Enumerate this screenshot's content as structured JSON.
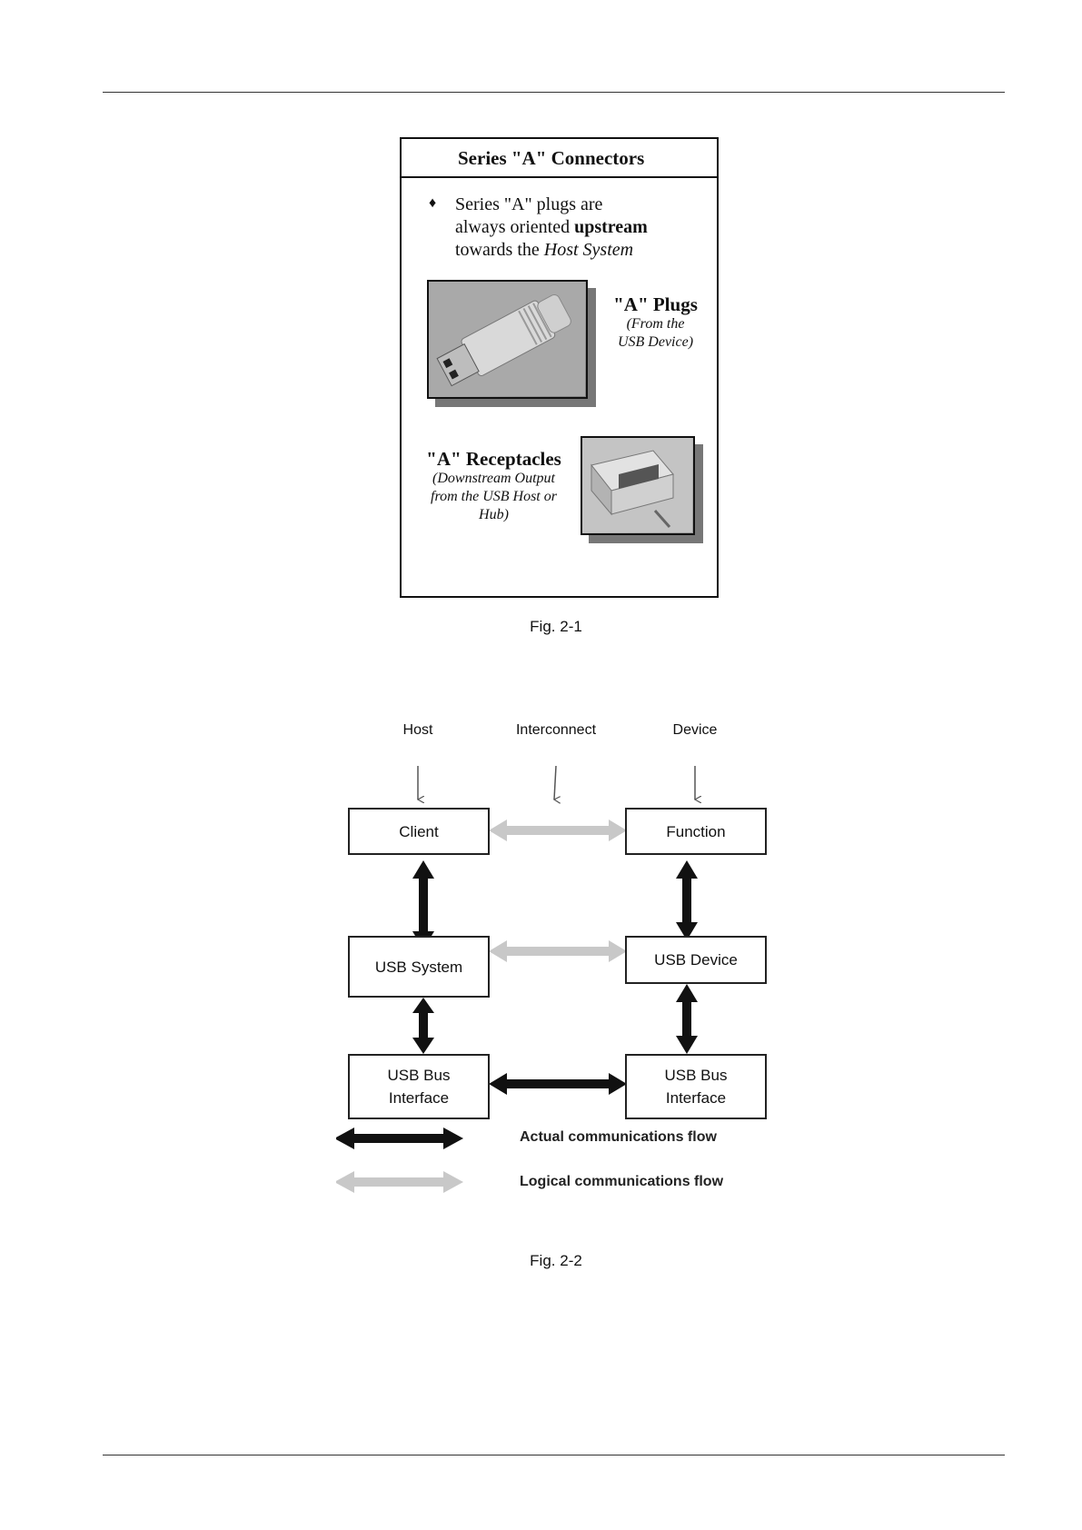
{
  "figure1": {
    "header": "Series \"A\" Connectors",
    "bullet_symbol": "♦",
    "bullet_lines": {
      "line1": "Series \"A\" plugs are",
      "line2_a": "always oriented ",
      "line2_b": "upstream",
      "line3_a": "towards the ",
      "line3_b": "Host System"
    },
    "plug": {
      "title": "\"A\" Plugs",
      "sub1": "(From the",
      "sub2": "USB Device)"
    },
    "receptacle": {
      "title": "\"A\" Receptacles",
      "sub1": "(Downstream Output",
      "sub2": "from the USB Host or",
      "sub3": "Hub)"
    },
    "caption": "Fig. 2-1"
  },
  "figure2": {
    "columns": {
      "host": "Host",
      "interconnect": "Interconnect",
      "device": "Device"
    },
    "blocks": {
      "client": "Client",
      "function": "Function",
      "usb_system": "USB System",
      "usb_device": "USB Device",
      "host_bus_line1": "USB Bus",
      "host_bus_line2": "Interface",
      "device_bus_line1": "USB Bus",
      "device_bus_line2": "Interface"
    },
    "legend": {
      "actual": "Actual communications flow",
      "logical": "Logical communications flow"
    },
    "colors": {
      "actual": "#111111",
      "logical": "#c8c8c8"
    },
    "caption": "Fig. 2-2"
  }
}
